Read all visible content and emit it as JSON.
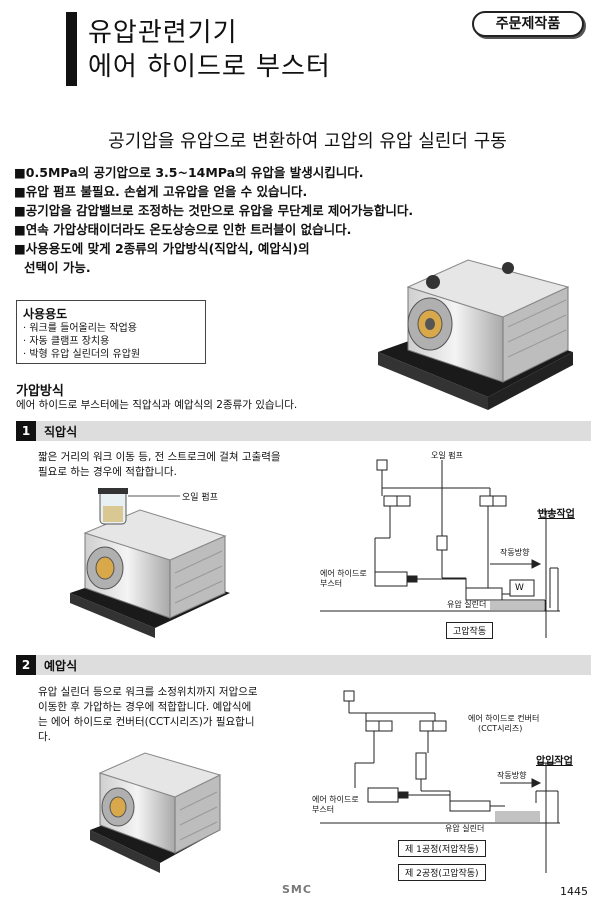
{
  "header": {
    "title_line1": "유압관련기기",
    "title_line2": "에어 하이드로 부스터",
    "badge": "주문제작품"
  },
  "subtitle": "공기압을 유압으로 변환하여 고압의 유압 실린더 구동",
  "bullets": [
    "■0.5MPa의 공기압으로 3.5~14MPa의 유압을 발생시킵니다.",
    "■유압 펌프 불필요. 손쉽게 고유압을 얻을 수 있습니다.",
    "■공기압을 감압밸브로 조정하는 것만으로 유압을 무단계로 제어가능합니다.",
    "■연속 가압상태이더라도 온도상승으로 인한 트러블이 없습니다.",
    "■사용용도에 맞게 2종류의 가압방식(직압식, 예압식)의",
    "선택이 가능."
  ],
  "usage": {
    "heading": "사용용도",
    "items": [
      "· 워크를 들어올리는 작업용",
      "· 자동 클램프 장치용",
      "· 박형 유압 실린더의 유압원"
    ]
  },
  "method": {
    "heading": "가압방식",
    "description": "에어 하이드로 부스터에는 직압식과 예압식의 2종류가 있습니다."
  },
  "section1": {
    "number": "1",
    "title": "직압식",
    "desc_line1": "짧은 거리의 워크 이동 등, 전 스트로크에 걸쳐 고출력을",
    "desc_line2": "필요로 하는 경우에 적합합니다.",
    "photo_label": "오일 펌프",
    "diagram": {
      "oil_pump": "오일 펌프",
      "work": "반송작업",
      "direction": "작동방향",
      "booster_l1": "에어 하이드로",
      "booster_l2": "부스터",
      "cylinder": "유압 실린더",
      "w": "W",
      "op": "고압작동"
    }
  },
  "section2": {
    "number": "2",
    "title": "예압식",
    "desc_line1": "유압 실린더 등으로 워크를 소정위치까지 저압으로",
    "desc_line2": "이동한 후 가압하는 경우에 적합합니다. 예압식에",
    "desc_line3": "는 에어 하이드로 컨버터(CCT시리즈)가 필요합니",
    "desc_line4": "다.",
    "diagram": {
      "converter_l1": "에어 하이드로 컨버터",
      "converter_l2": "(CCT시리즈)",
      "work": "압입작업",
      "direction": "작동방향",
      "booster_l1": "에어 하이드로",
      "booster_l2": "부스터",
      "cylinder": "유압 실린더",
      "step1": "제 1공정(저압작동)",
      "step2": "제 2공정(고압작동)"
    }
  },
  "footer": {
    "logo": "SMC",
    "page": "1445"
  }
}
